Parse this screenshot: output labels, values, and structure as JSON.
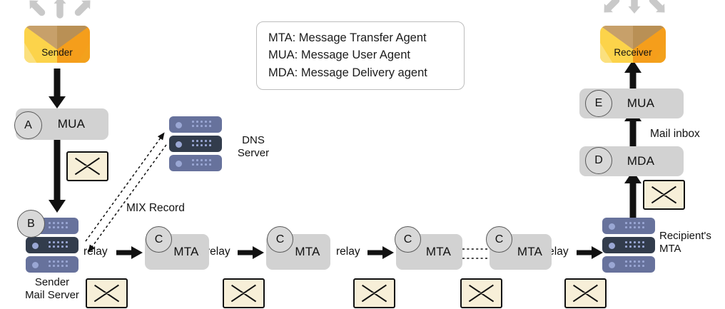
{
  "legend": {
    "lines": [
      "MTA: Message Transfer Agent",
      "MUA: Message User Agent",
      "MDA: Message Delivery agent"
    ]
  },
  "sender": {
    "envelope_label": "Sender",
    "mail_server_caption_line1": "Sender",
    "mail_server_caption_line2": "Mail Server"
  },
  "receiver": {
    "envelope_label": "Receiver",
    "mta_caption_line1": "Recipient's",
    "mta_caption_line2": "MTA"
  },
  "dns": {
    "caption_line1": "DNS",
    "caption_line2": "Server",
    "record_label": "MIX Record"
  },
  "nodes": {
    "a": {
      "badge": "A",
      "label": "MUA"
    },
    "b": {
      "badge": "B"
    },
    "c1": {
      "badge": "C",
      "label": "MTA"
    },
    "c2": {
      "badge": "C",
      "label": "MTA"
    },
    "c3": {
      "badge": "C",
      "label": "MTA"
    },
    "c4": {
      "badge": "C",
      "label": "MTA"
    },
    "d": {
      "badge": "D",
      "label": "MDA"
    },
    "e": {
      "badge": "E",
      "label": "MUA"
    }
  },
  "edges": {
    "relay1": "relay",
    "relay2": "relay",
    "relay3": "relay",
    "relay4": "relay",
    "mail_inbox": "Mail inbox"
  },
  "colors": {
    "node_fill": "#d2d2d2",
    "badge_fill": "#d8d8d8",
    "server_blue": "#67729c",
    "server_dark": "#323c4c",
    "envelope_yellow": "#fcd34a",
    "envelope_orange": "#f59e1b",
    "letter_cream": "#f7efd8",
    "arrow_black": "#111111",
    "arrow_grey": "#c9c9c9"
  }
}
